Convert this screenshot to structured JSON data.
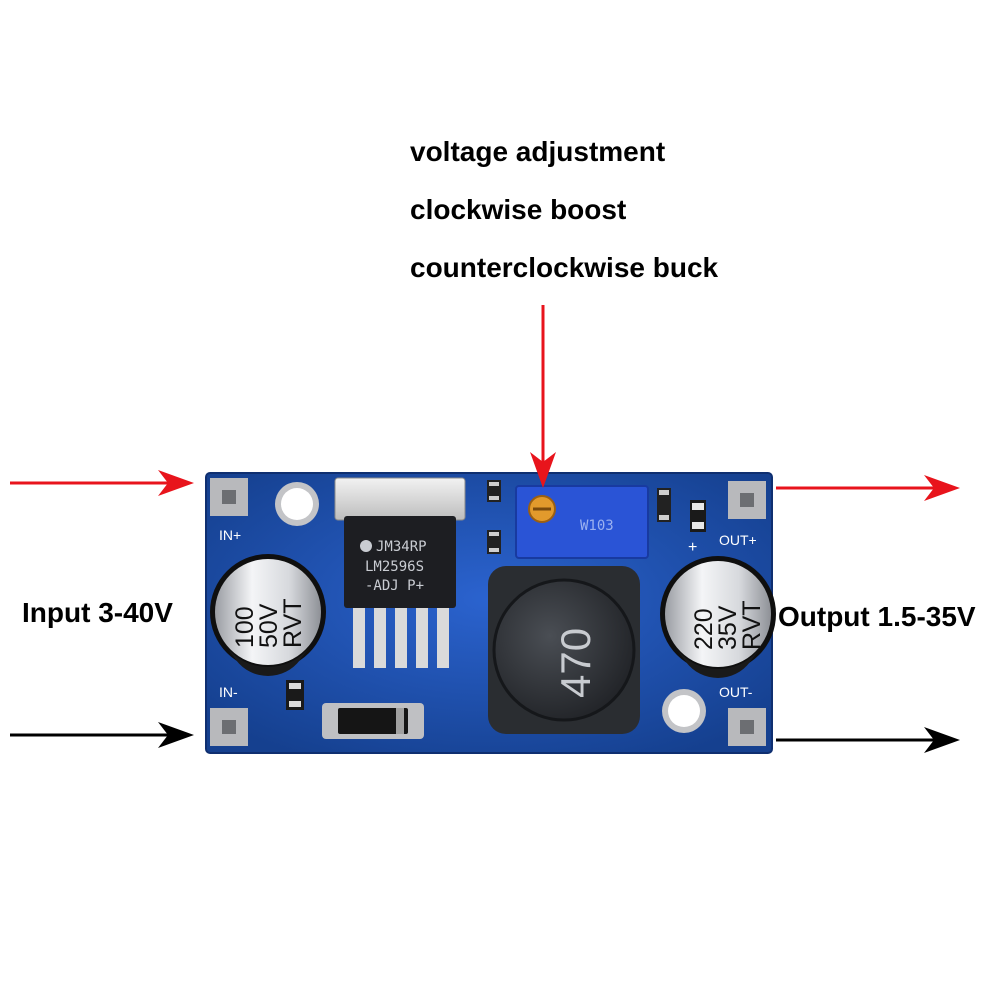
{
  "annotation": {
    "line1": "voltage adjustment",
    "line2": "clockwise  boost",
    "line3": "counterclockwise buck"
  },
  "input_label": "Input 3-40V",
  "output_label": "Output 1.5-35V",
  "board": {
    "pad_in_plus": "IN+",
    "pad_in_minus": "IN-",
    "pad_out_plus": "OUT+",
    "pad_out_minus": "OUT-",
    "plus_mark": "+",
    "ic_line1": "JM34RP",
    "ic_line2": "LM2596S",
    "ic_line3": "-ADJ  P+",
    "input_cap": [
      "100",
      "50V",
      "RVT"
    ],
    "output_cap": [
      "220",
      "35V",
      "RVT"
    ],
    "inductor_value": "470",
    "pot_marking": "W103"
  },
  "colors": {
    "red_arrow": "#e8141c",
    "black_arrow": "#000000",
    "pcb_blue": "#1c4fb0",
    "inductor": "#2a2d31"
  }
}
